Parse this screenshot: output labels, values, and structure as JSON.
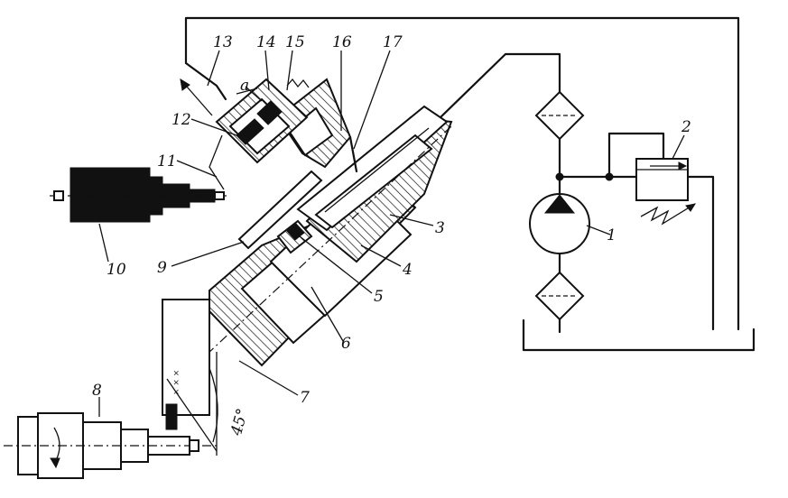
{
  "labels": {
    "n1": "1",
    "n2": "2",
    "n3": "3",
    "n4": "4",
    "n5": "5",
    "n6": "6",
    "n7": "7",
    "n8": "8",
    "n9": "9",
    "n10": "10",
    "n11": "11",
    "n12": "12",
    "n13": "13",
    "n14": "14",
    "n15": "15",
    "n16": "16",
    "n17": "17"
  },
  "angle_label": "45°",
  "dim_a": "a",
  "marks": "× × ×"
}
